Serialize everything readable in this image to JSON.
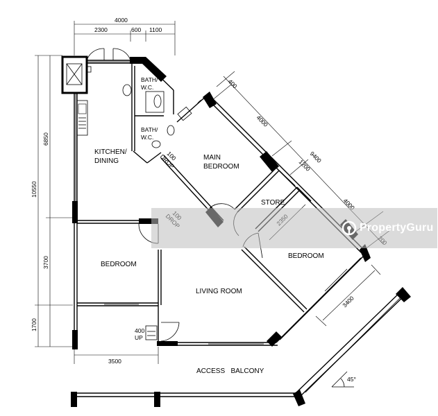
{
  "rooms": {
    "bath_wc_1": "BATH/\nW.C.",
    "bath_wc_2": "BATH/\nW.C.",
    "kitchen_dining": "KITCHEN/\nDINING",
    "main_bedroom": "MAIN\nBEDROOM",
    "store": "STORE",
    "bedroom_left": "BEDROOM",
    "bedroom_right": "BEDROOM",
    "living_room": "LIVING ROOM",
    "access_balcony": "ACCESS   BALCONY"
  },
  "drops": {
    "kitchen": "100\nDROP",
    "living": "100\nDROP",
    "entrance": "400\nUP"
  },
  "dimensions": {
    "top_total": "4000",
    "top_a": "2300",
    "top_b": "600",
    "top_c": "1100",
    "left_total": "10550",
    "left_a": "6850",
    "left_b": "3700",
    "left_c": "1700",
    "bottom": "3500",
    "diag_a": "400",
    "diag_b": "4000",
    "diag_c": "1200",
    "diag_total": "9400",
    "diag_d": "4000",
    "diag_e": "200",
    "store_depth": "2350",
    "balcony_depth": "3400",
    "angle": "45°"
  },
  "watermark": {
    "brand": "PropertyGuru"
  }
}
